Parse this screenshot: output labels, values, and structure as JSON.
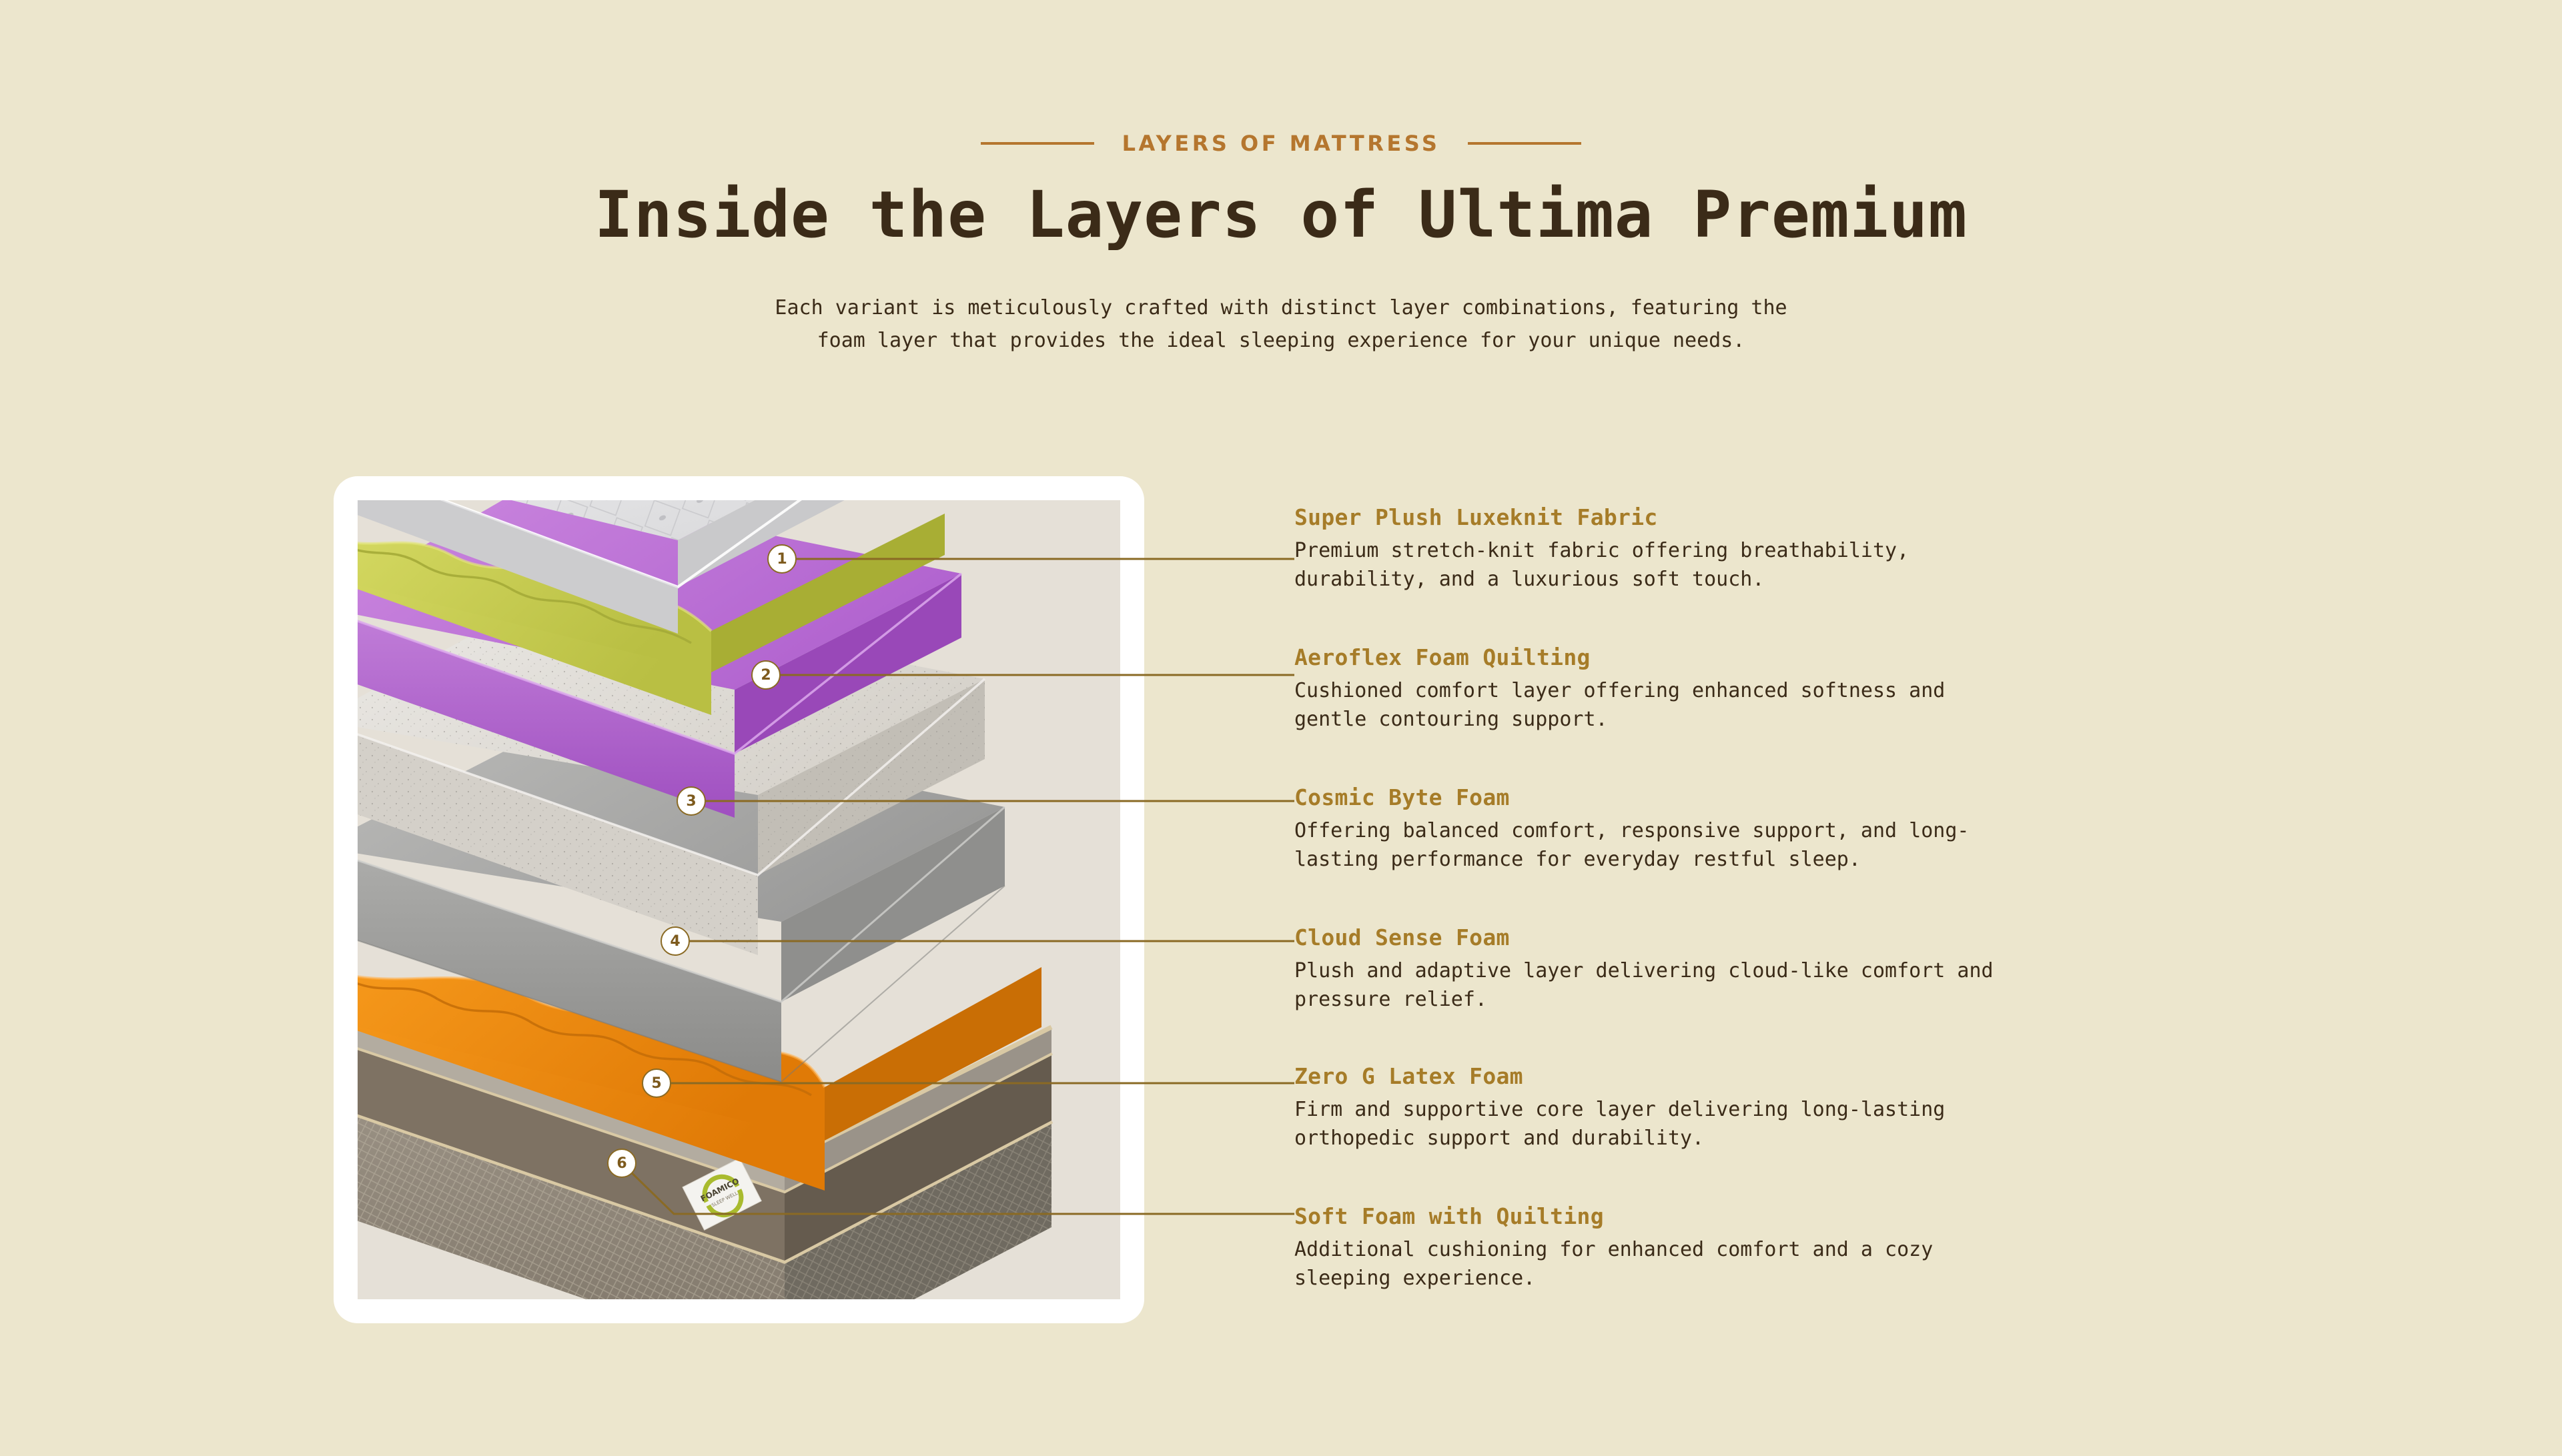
{
  "header": {
    "eyebrow": "LAYERS OF MATTRESS",
    "title": "Inside the Layers of Ultima Premium",
    "subtitle": "Each variant is meticulously crafted with distinct layer combinations, featuring the\nfoam layer that provides the ideal sleeping experience for your unique needs."
  },
  "colors": {
    "background": "#ece6cd",
    "accent": "#b5762e",
    "title": "#3b2b18",
    "layer_title": "#a67c28",
    "body_text": "#3b2b18",
    "card_frame": "#ffffff",
    "card_panel": "#e5e0d7",
    "leader_line": "#8a6a24",
    "marker_border": "#8a6a24",
    "marker_text": "#7d5a1d"
  },
  "mattress": {
    "brand_label": "FOAMICO",
    "layer_colors": {
      "luxeknit_top": "#e7e8e9",
      "aeroflex_quilting": "#ccd155",
      "cosmic_byte": "#bd76d6",
      "cloud_sense": "#dedbd6",
      "zero_g_latex": "#a3a3a3",
      "soft_foam_quilting": "#ef8f14",
      "base_fabric": "#8e8577",
      "piping": "#d9c9a4"
    }
  },
  "layers": [
    {
      "number": "1",
      "title": "Super Plush Luxeknit Fabric",
      "description": "Premium stretch-knit fabric offering breathability,\ndurability, and a luxurious soft touch."
    },
    {
      "number": "2",
      "title": "Aeroflex Foam Quilting",
      "description": "Cushioned comfort layer offering enhanced softness and\ngentle contouring support."
    },
    {
      "number": "3",
      "title": "Cosmic Byte Foam",
      "description": "Offering balanced comfort, responsive support, and long-\nlasting performance for everyday restful sleep."
    },
    {
      "number": "4",
      "title": "Cloud Sense Foam",
      "description": "Plush and adaptive layer delivering cloud-like comfort and\npressure relief."
    },
    {
      "number": "5",
      "title": "Zero G Latex Foam",
      "description": "Firm and supportive core layer delivering long-lasting\northopedic support and durability."
    },
    {
      "number": "6",
      "title": "Soft Foam with Quilting",
      "description": "Additional cushioning for enhanced comfort and a cozy\nsleeping experience."
    }
  ]
}
